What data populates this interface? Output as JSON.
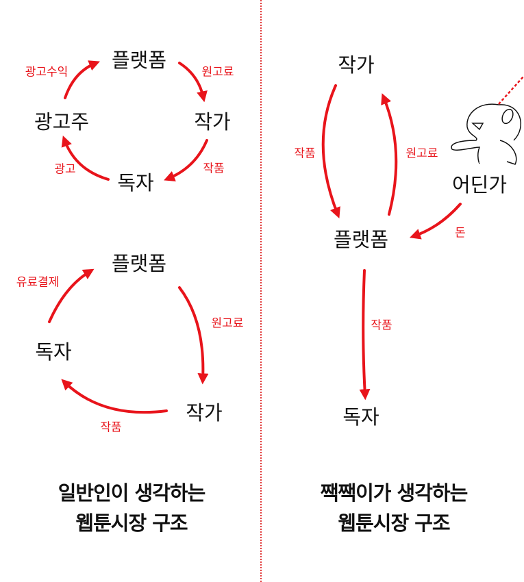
{
  "colors": {
    "arrow": "#e8141b",
    "text": "#111111",
    "divider": "#e23a3a"
  },
  "left": {
    "top_diagram": {
      "nodes": {
        "platform": "플랫폼",
        "advertiser": "광고주",
        "author": "작가",
        "reader": "독자"
      },
      "edges": {
        "ad_revenue": "광고수익",
        "manuscript_fee": "원고료",
        "ad": "광고",
        "work": "작품"
      }
    },
    "bottom_diagram": {
      "nodes": {
        "platform": "플랫폼",
        "reader": "독자",
        "author": "작가"
      },
      "edges": {
        "paid": "유료결제",
        "manuscript_fee": "원고료",
        "work": "작품"
      }
    },
    "title": [
      "일반인이 생각하는",
      "웹툰시장 구조"
    ]
  },
  "right": {
    "nodes": {
      "author": "작가",
      "somewhere": "어딘가",
      "platform": "플랫폼",
      "reader": "독자"
    },
    "edges": {
      "work1": "작품",
      "manuscript_fee": "원고료",
      "money": "돈",
      "work2": "작품"
    },
    "title": [
      "짹짹이가 생각하는",
      "웹툰시장 구조"
    ]
  }
}
